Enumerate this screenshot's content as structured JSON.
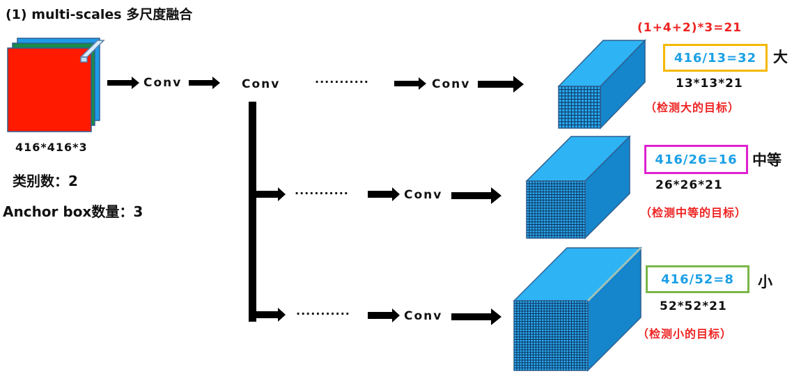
{
  "title": "(1) multi-scales 多尺度融合",
  "input": {
    "dims": "416*416*3",
    "layer_colors": [
      "#ff1a00",
      "#1a8a4a",
      "#1e9be8"
    ],
    "classes_label": "类别数：2",
    "anchor_label": "Anchor box数量：3"
  },
  "main_path": {
    "conv_1": "Conv",
    "conv_2": "Conv",
    "dots": "···········",
    "conv_3": "Conv"
  },
  "formula": "(1+4+2)*3=21",
  "branches": [
    {
      "id": "large",
      "dots": "···········",
      "conv": "Conv",
      "stride": "416/13=32",
      "box_color": "#f5b800",
      "size_label": "大",
      "dims": "13*13*21",
      "detect": "（检测大的目标）",
      "grid": 13
    },
    {
      "id": "medium",
      "dots": "···········",
      "conv": "Conv",
      "stride": "416/26=16",
      "box_color": "#e020d0",
      "size_label": "中等",
      "dims": "26*26*21",
      "detect": "（检测中等的目标）",
      "grid": 26
    },
    {
      "id": "small",
      "dots": "···········",
      "conv": "Conv",
      "stride": "416/52=8",
      "box_color": "#7ab648",
      "size_label": "小",
      "dims": "52*52*21",
      "detect": "（检测小的目标）",
      "grid": 52
    }
  ],
  "colors": {
    "cube_front": "#29a8ec",
    "cube_top": "#2eb4f5",
    "cube_side": "#1585cc",
    "cube_edge": "#2f5f8f",
    "formula": "#ee2222",
    "stride_text": "#1aa0e6"
  }
}
